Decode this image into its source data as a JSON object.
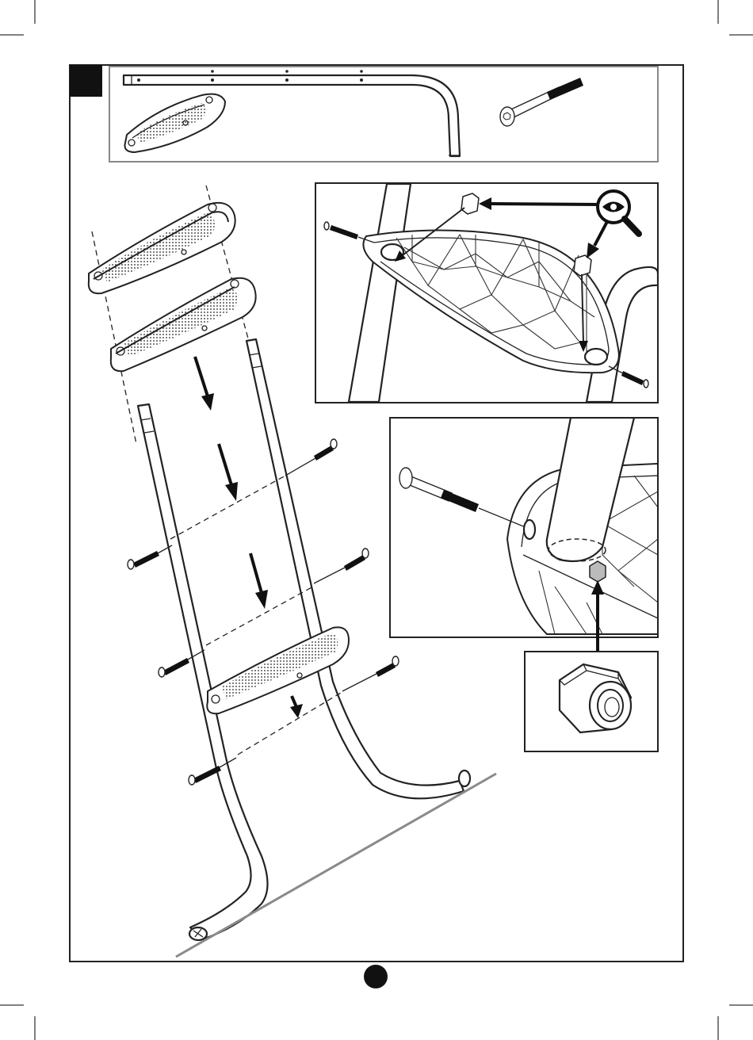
{
  "document": {
    "step_badge": "",
    "page_number": "",
    "colors": {
      "ink": "#222222",
      "badge": "#111111",
      "ground_line": "#8a8a8a",
      "paper": "#ffffff"
    },
    "icons": [
      "magnifier-eye-icon",
      "arrow-icon",
      "hex-nut-icon",
      "bolt-icon"
    ]
  },
  "parts_box": {
    "items": [
      "ladder-tube-part",
      "ladder-step-part",
      "bolt-part"
    ]
  },
  "detail_views": [
    "step-underside-detail",
    "bolt-insertion-detail",
    "lock-nut-detail"
  ]
}
